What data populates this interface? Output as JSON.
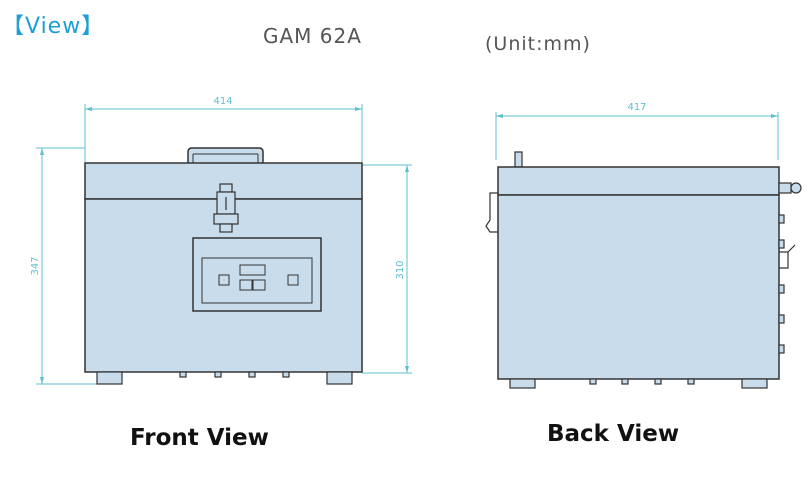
{
  "header": {
    "view_label": "【View】",
    "model": "GAM 62A",
    "unit": "(Unit:mm)"
  },
  "front": {
    "width_dim": "414",
    "height_dim_left": "347",
    "height_dim_right": "310",
    "caption": "Front View"
  },
  "back": {
    "width_dim": "417",
    "caption": "Back View"
  },
  "colors": {
    "accent": "#1e9fd6",
    "body_fill": "#c9dcec",
    "outline": "#333333",
    "dimension": "#5fbfcf"
  }
}
